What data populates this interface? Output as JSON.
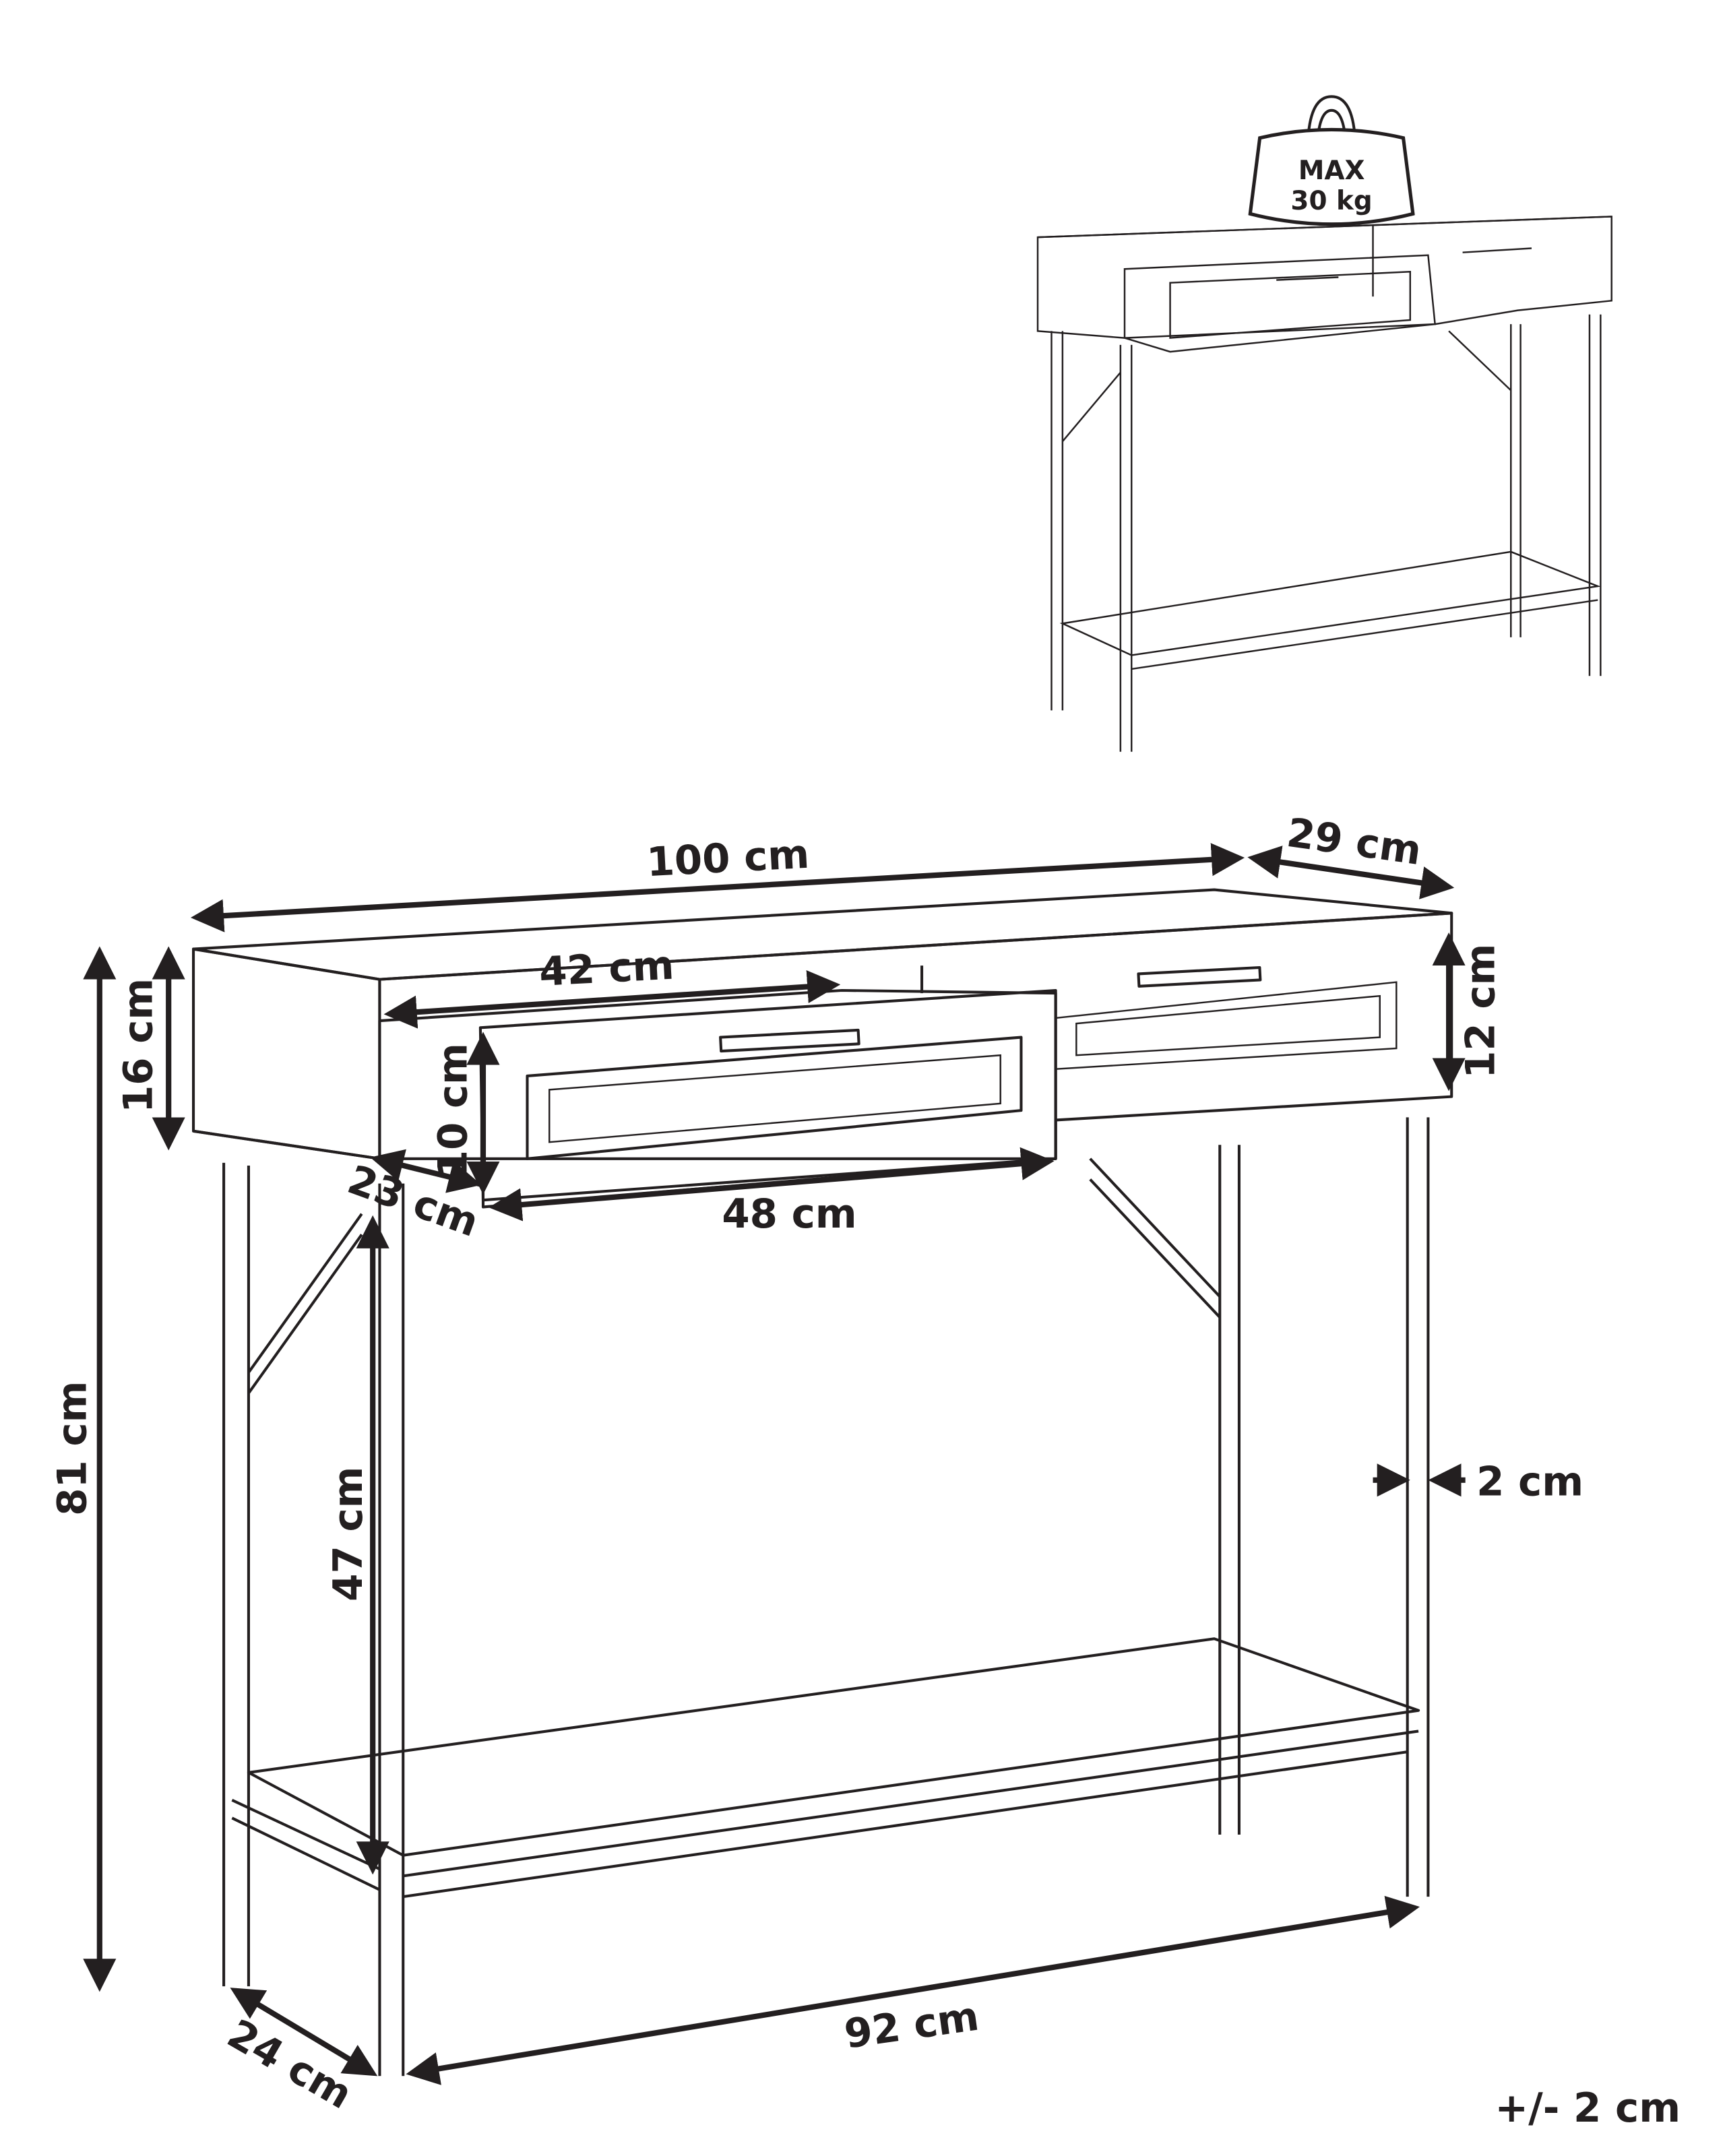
{
  "weight_badge": {
    "line1": "MAX",
    "line2": "30 kg",
    "icon": "weight-icon"
  },
  "dimensions": {
    "width_top": "100 cm",
    "depth_top": "29 cm",
    "drawer_inner_width": "42 cm",
    "drawer_front_width": "48 cm",
    "drawer_depth": "23 cm",
    "drawer_inner_height": "10 cm",
    "drawer_height": "12 cm",
    "cabinet_height": "16 cm",
    "total_height": "81 cm",
    "shelf_height": "47 cm",
    "leg_thickness": "2 cm",
    "base_width": "92 cm",
    "base_depth": "24 cm"
  },
  "tolerance": "+/- 2 cm",
  "colors": {
    "line": "#231f20",
    "background": "#ffffff"
  }
}
